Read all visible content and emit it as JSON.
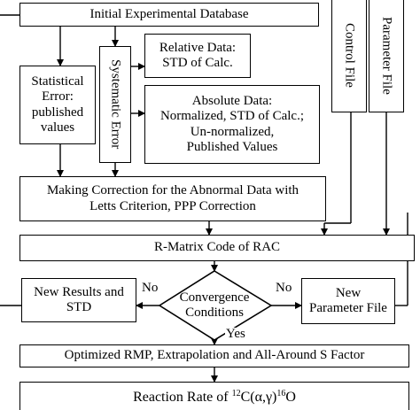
{
  "nodes": {
    "initial_database": "Initial Experimental Database",
    "statistical_error": [
      "Statistical",
      "Error:",
      "published",
      "values"
    ],
    "systematic_error": "Systematic Error",
    "relative_data": [
      "Relative Data:",
      "STD of Calc."
    ],
    "absolute_data": [
      "Absolute Data:",
      "Normalized, STD of Calc.;",
      "Un-normalized,",
      "Published Values"
    ],
    "control_file": "Control File",
    "parameter_file": "Parameter File",
    "correction": [
      "Making Correction for the Abnormal Data with",
      "Letts Criterion, PPP Correction"
    ],
    "r_matrix": "R-Matrix Code of RAC",
    "new_results": [
      "New Results and",
      "STD"
    ],
    "convergence": [
      "Convergence",
      "Conditions"
    ],
    "new_parameter_file": [
      "New",
      "Parameter File"
    ],
    "optimized": "Optimized RMP, Extrapolation and All-Around S Factor",
    "reaction_rate": {
      "prefix": "Reaction Rate of ",
      "mass_in": "12",
      "reaction": "C(α,γ)",
      "mass_out": "16",
      "product": "O"
    }
  },
  "edges": {
    "no_left": "No",
    "no_right": "No",
    "yes": "Yes"
  }
}
